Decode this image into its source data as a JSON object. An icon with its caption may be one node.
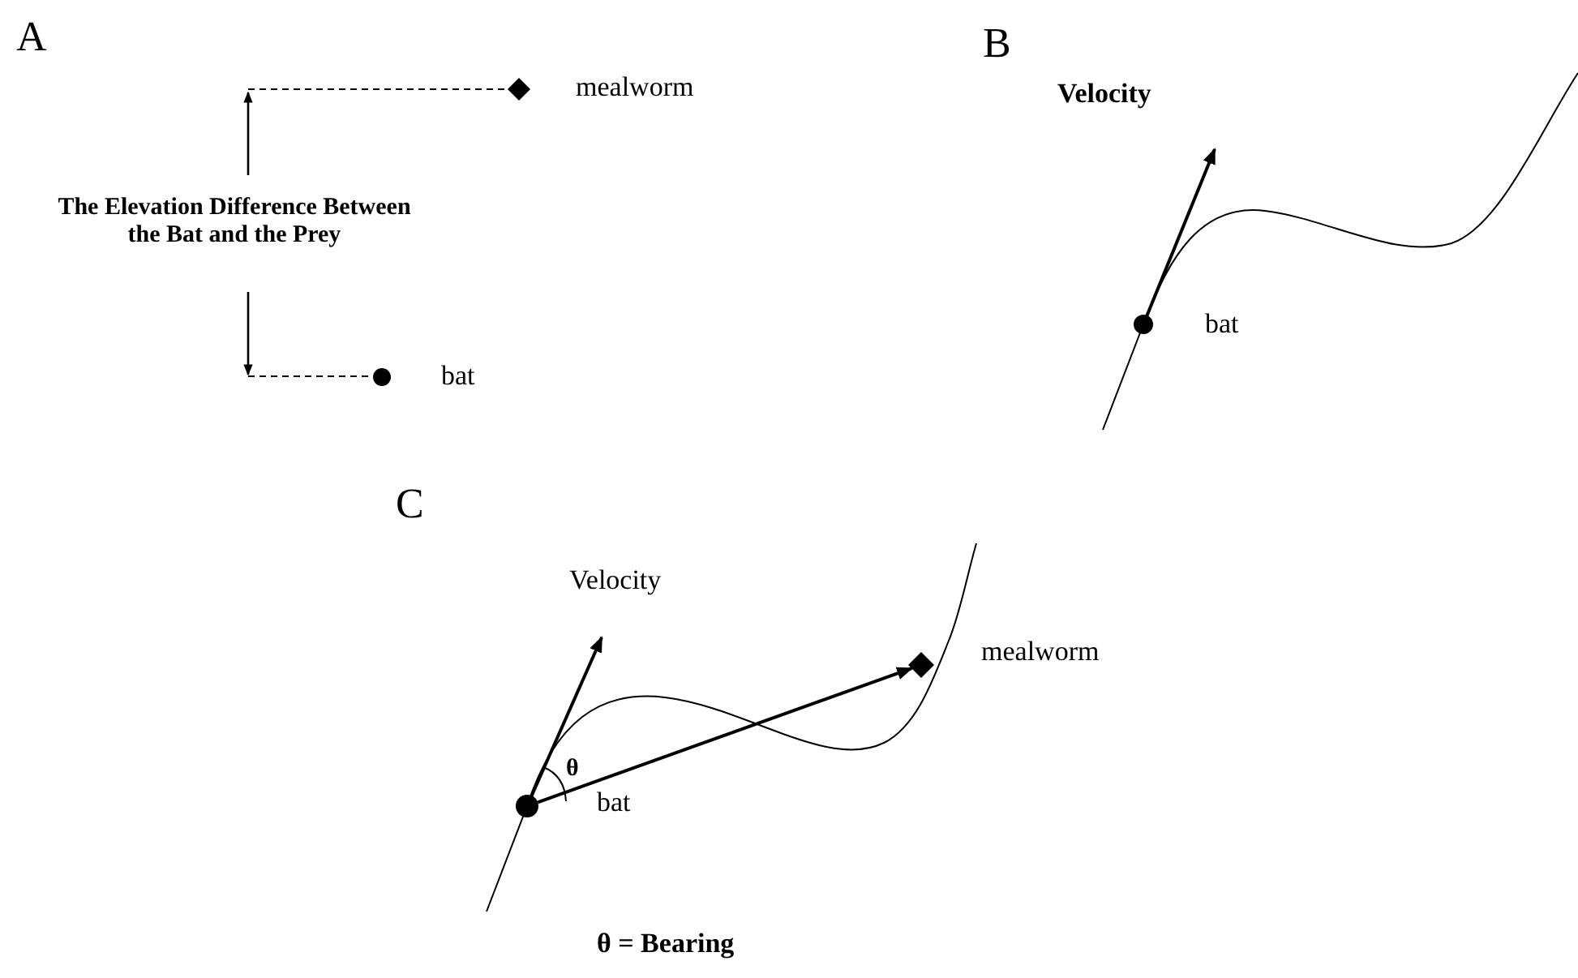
{
  "diagram": {
    "nodes": [
      {
        "text": [],
        "shape": "diamond",
        "beside": [
          "mealworm"
        ]
      },
      {
        "text": [],
        "shape": "circle",
        "beside": [
          "bat"
        ]
      },
      {
        "text": [],
        "shape": "circle",
        "beside": [
          "bat"
        ]
      },
      {
        "text": [],
        "shape": "circle",
        "beside": [
          "bat"
        ]
      },
      {
        "text": [],
        "shape": "diamond",
        "beside": [
          "mealworm"
        ]
      }
    ],
    "edges": [
      {
        "from": 3,
        "to": 4,
        "arrow": "to"
      }
    ],
    "labels": [
      "A",
      "The Elevation Difference Between the Bat and the Prey",
      "B",
      "Velocity",
      "C",
      "Velocity",
      "θ",
      "θ = Bearing"
    ]
  }
}
